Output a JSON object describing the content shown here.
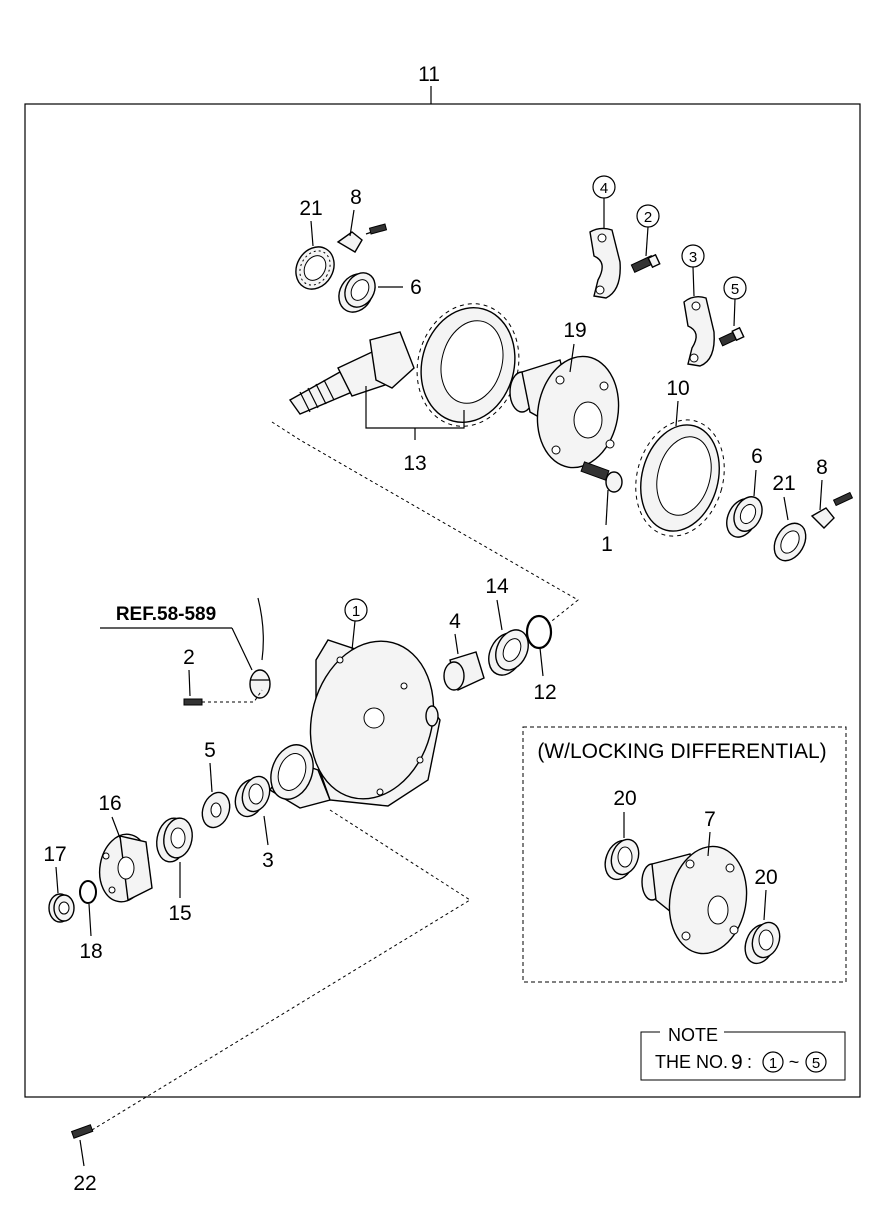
{
  "assembly_number": "11",
  "reference_label": "REF.58-589",
  "inset": {
    "title": "(W/LOCKING DIFFERENTIAL)",
    "callouts": [
      "20",
      "7",
      "20"
    ]
  },
  "note": {
    "heading": "NOTE",
    "text_prefix": "THE NO.",
    "number": "9",
    "separator": ":",
    "range_start": "1",
    "range_tilde": "~",
    "range_end": "5"
  },
  "callouts": {
    "c21_top": "21",
    "c8_top": "8",
    "c6_top": "6",
    "c4_circ_top": "4",
    "c2_circ_top": "2",
    "c3_circ": "3",
    "c5_circ": "5",
    "c19": "19",
    "c10": "10",
    "c13": "13",
    "c6_right": "6",
    "c21_right": "21",
    "c8_right": "8",
    "c1_bolt": "1",
    "c1_circ_housing": "1",
    "c4_seal": "4",
    "c14": "14",
    "c12": "12",
    "c2_bolt": "2",
    "c5_washer": "5",
    "c3_bearing": "3",
    "c16": "16",
    "c15": "15",
    "c17": "17",
    "c18": "18",
    "c22": "22"
  }
}
